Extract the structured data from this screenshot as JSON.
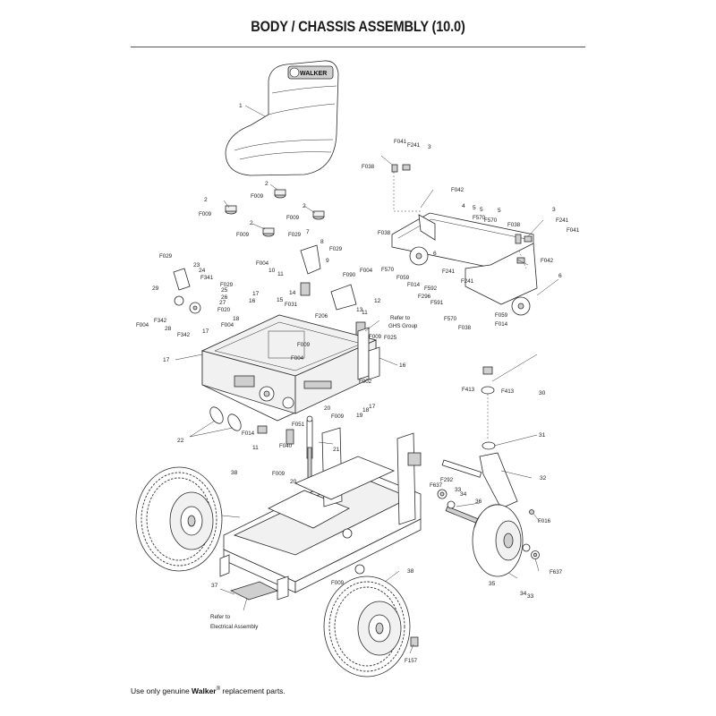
{
  "title": "BODY / CHASSIS ASSEMBLY (10.0)",
  "logo_text": "WALKER",
  "footer": {
    "prefix": "Use only genuine ",
    "brand": "Walker",
    "mark": "®",
    "suffix": " replacement parts."
  },
  "notes": {
    "ghs_line1": "Refer to",
    "ghs_line2": "GHS Group",
    "electrical_line1": "Refer to",
    "electrical_line2": "Electrical Assembly"
  },
  "callouts": [
    "1",
    "2",
    "2",
    "F009",
    "2",
    "F009",
    "2",
    "F009",
    "F009",
    "F041",
    "F241",
    "3",
    "F038",
    "F042",
    "4",
    "5",
    "F570",
    "5",
    "F570",
    "5",
    "F038",
    "3",
    "F241",
    "F041",
    "F038",
    "6",
    "F042",
    "F241",
    "F570",
    "F059",
    "F014",
    "F592",
    "F241",
    "F296",
    "F591",
    "F570",
    "F038",
    "6",
    "F059",
    "F014",
    "F029",
    "7",
    "8",
    "F029",
    "9",
    "F004",
    "10",
    "F090",
    "F004",
    "F029",
    "23",
    "24",
    "F341",
    "F029",
    "29",
    "25",
    "26",
    "27",
    "F020",
    "F004",
    "F342",
    "28",
    "F342",
    "F004",
    "17",
    "15",
    "16",
    "11",
    "12",
    "F031",
    "14",
    "F206",
    "13",
    "F009",
    "11",
    "F009",
    "F025",
    "F004",
    "16",
    "F002",
    "18",
    "17",
    "17",
    "19",
    "18",
    "17",
    "F051",
    "20",
    "F009",
    "22",
    "F014",
    "11",
    "F040",
    "21",
    "F009",
    "20",
    "F413",
    "F413",
    "30",
    "31",
    "F292",
    "F637",
    "33",
    "34",
    "36",
    "32",
    "F016",
    "F637",
    "34",
    "33",
    "35",
    "38",
    "37",
    "F009",
    "38",
    "F157"
  ]
}
